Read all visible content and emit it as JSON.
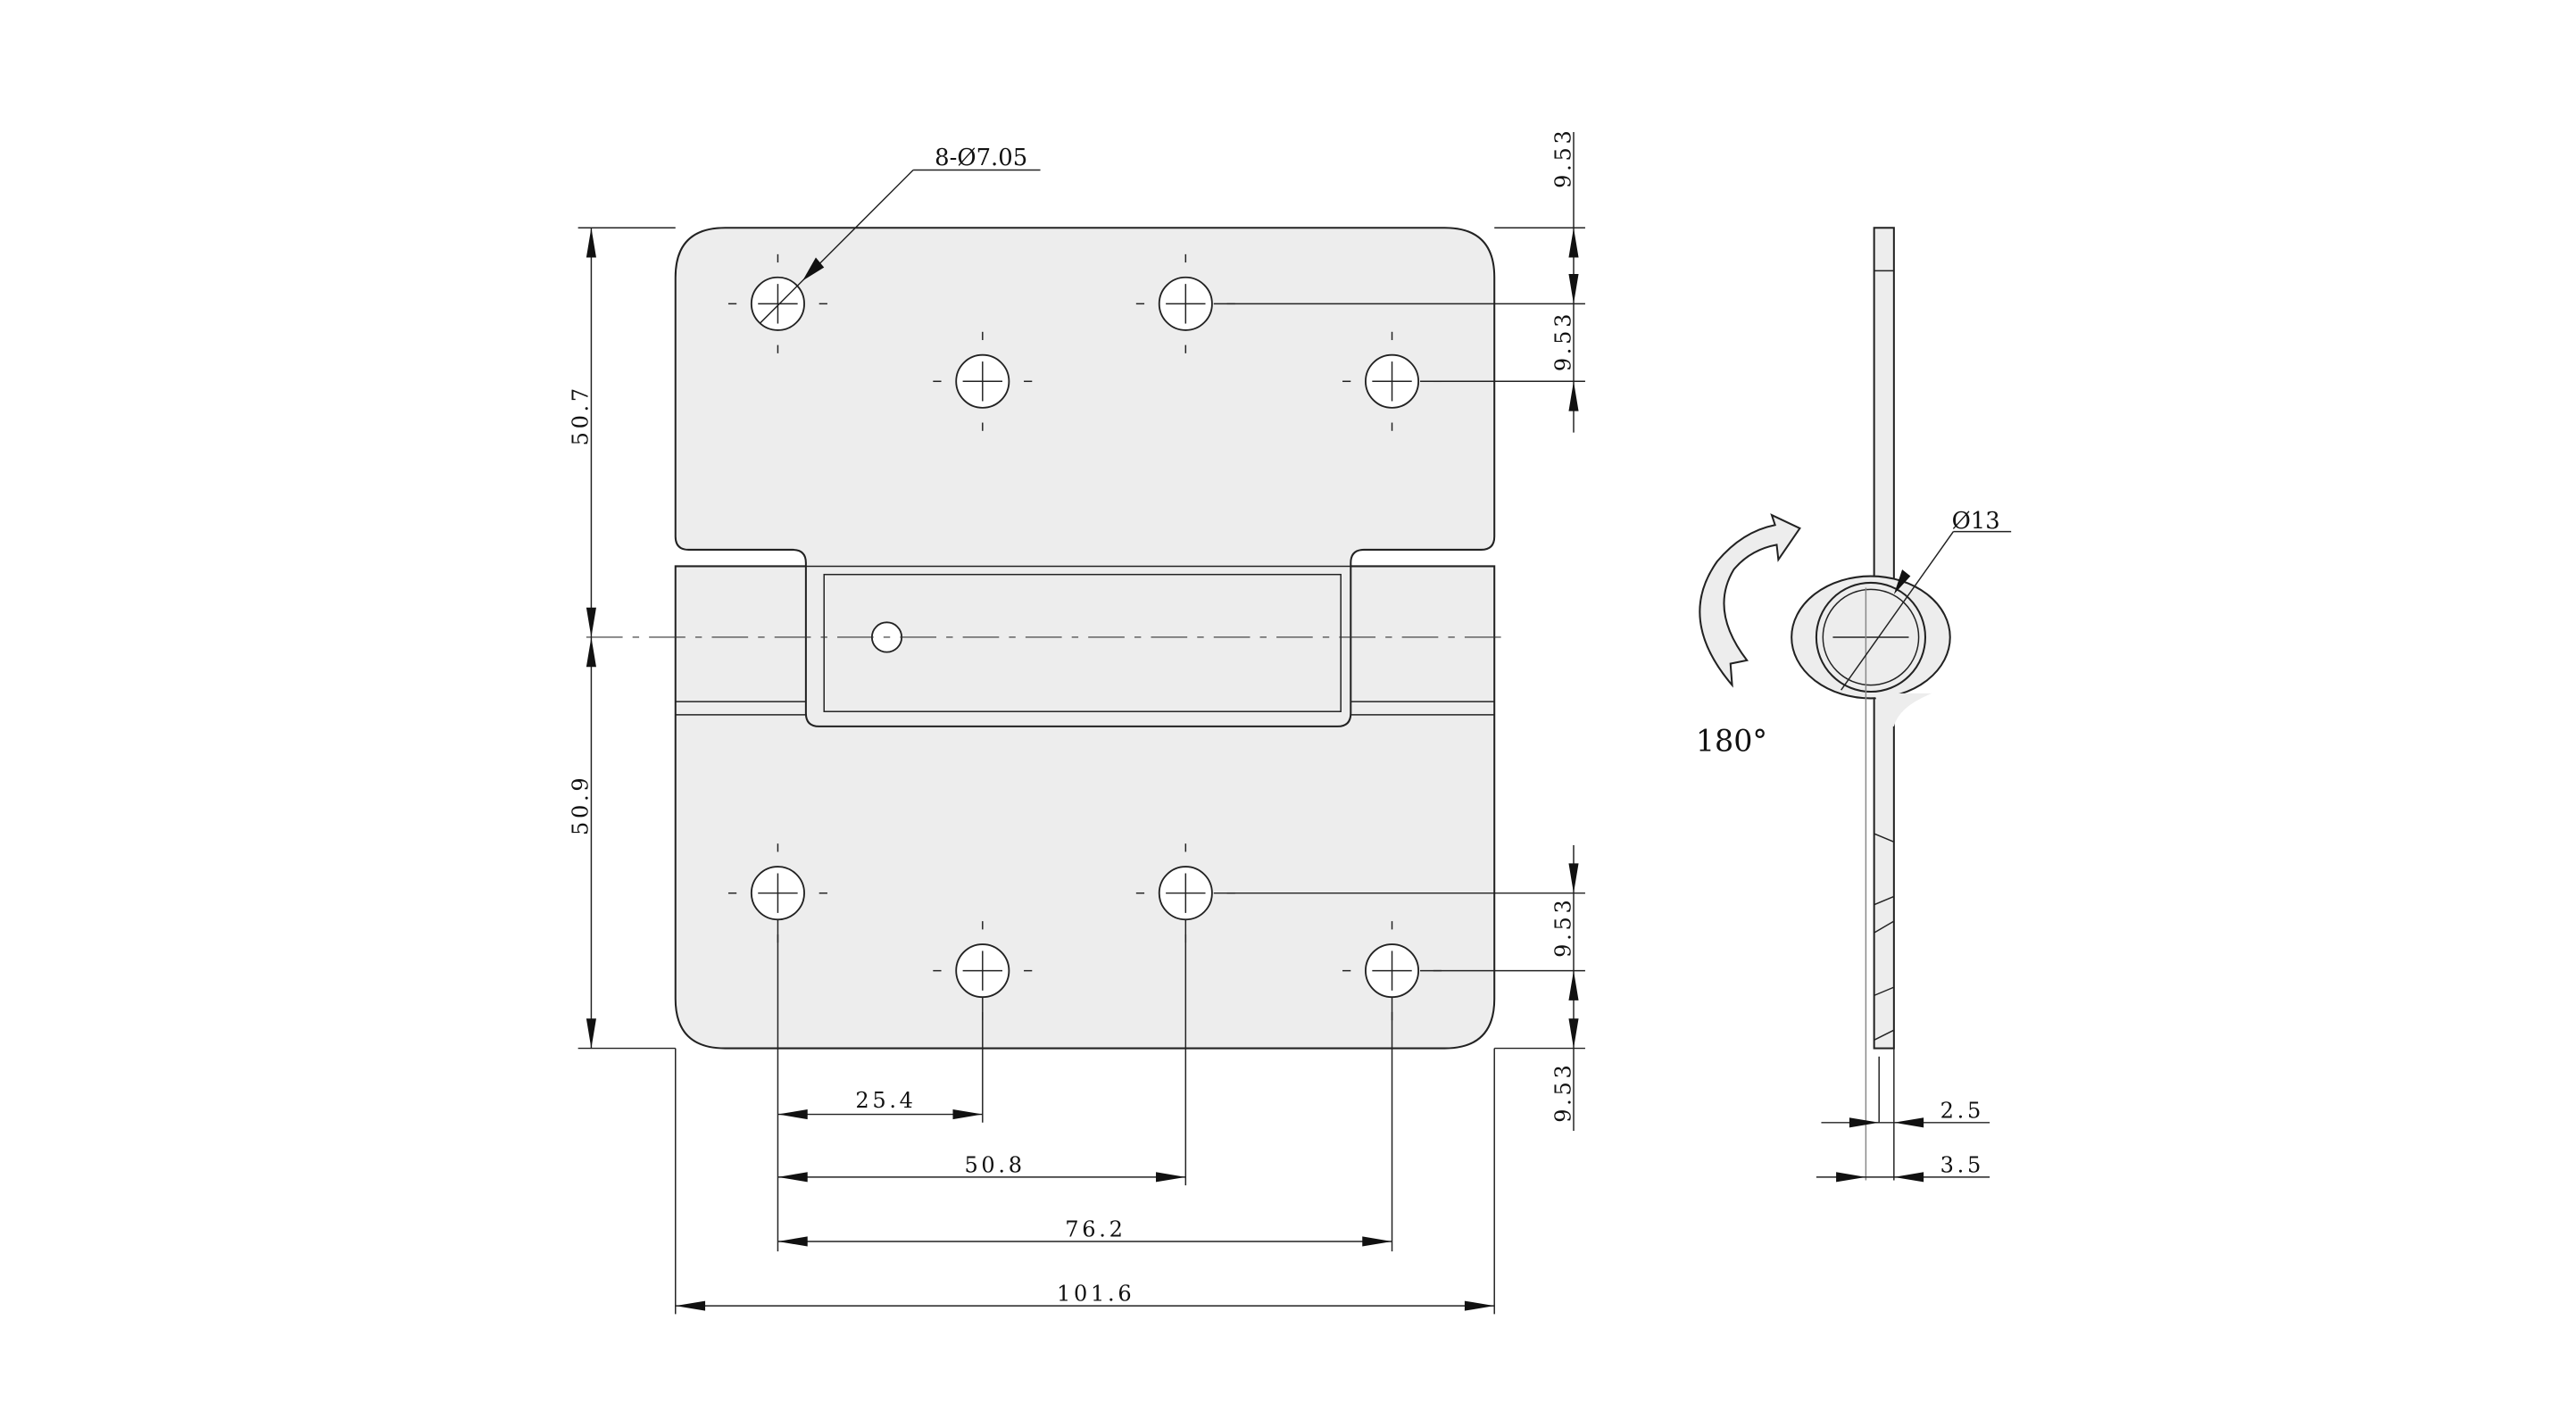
{
  "drawing": {
    "hole_callout": "8-Ø7.05",
    "left_dims": [
      "50.7",
      "50.9"
    ],
    "right_dims": [
      "9.53",
      "9.53",
      "9.53",
      "9.53"
    ],
    "bottom_dims": [
      "25.4",
      "50.8",
      "76.2",
      "101.6"
    ],
    "side_view": {
      "diameter": "Ø13",
      "rotation": "180°",
      "thickness_dims": [
        "2.5",
        "3.5"
      ]
    }
  }
}
